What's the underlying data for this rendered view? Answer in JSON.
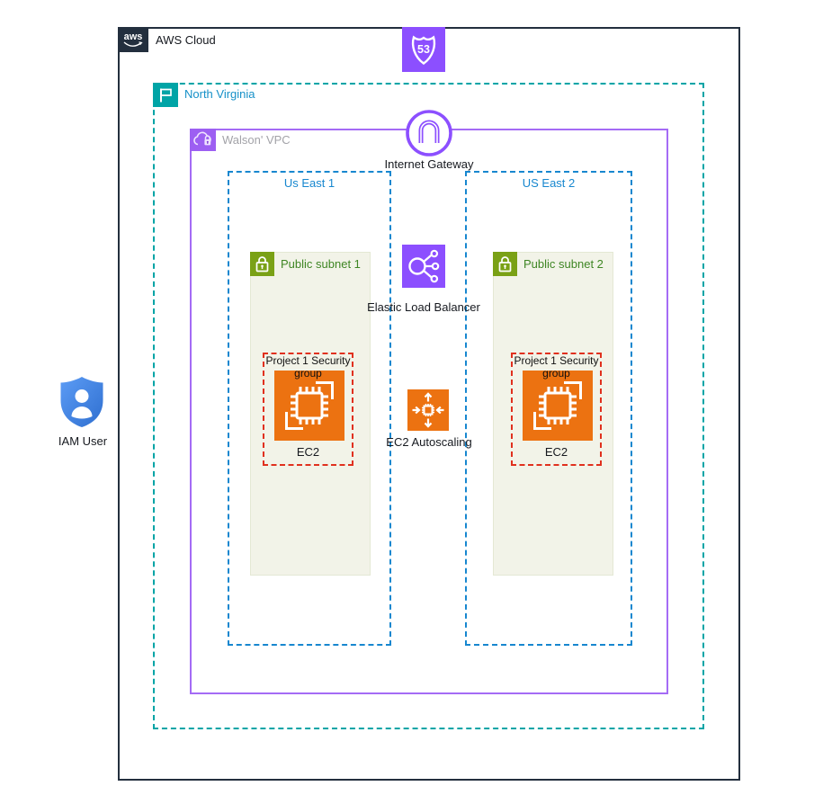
{
  "colors": {
    "aws_dark": "#232F3E",
    "region_teal": "#00A4A6",
    "region_label_blue": "#1590C8",
    "az_blue": "#1787CF",
    "vpc_purple_border": "#A46BF5",
    "service_purple": "#8C4FFF",
    "service_orange": "#EC7211",
    "subnet_green": "#7AA116",
    "subnet_label_green": "#3F8624",
    "subnet_fill": "#F2F3E8",
    "security_group_red": "#E0301E",
    "iam_blue": "#3E7FE0"
  },
  "aws_cloud": {
    "logo": "aws",
    "label": "AWS Cloud"
  },
  "route53": {
    "badge": "53"
  },
  "region": {
    "label": "North Virginia"
  },
  "vpc": {
    "label": "Walson' VPC"
  },
  "internet_gateway": {
    "label": "Internet Gateway"
  },
  "availability_zones": [
    {
      "label": "Us East 1"
    },
    {
      "label": "US East 2"
    }
  ],
  "subnets": [
    {
      "label": "Public subnet 1"
    },
    {
      "label": "Public subnet 2"
    }
  ],
  "security_groups": [
    {
      "label": "Project 1 Security group",
      "instance_label": "EC2"
    },
    {
      "label": "Project 1 Security group",
      "instance_label": "EC2"
    }
  ],
  "elb": {
    "label": "Elastic Load Balancer"
  },
  "autoscaling": {
    "label": "EC2 Autoscaling"
  },
  "iam_user": {
    "label": "IAM User"
  }
}
